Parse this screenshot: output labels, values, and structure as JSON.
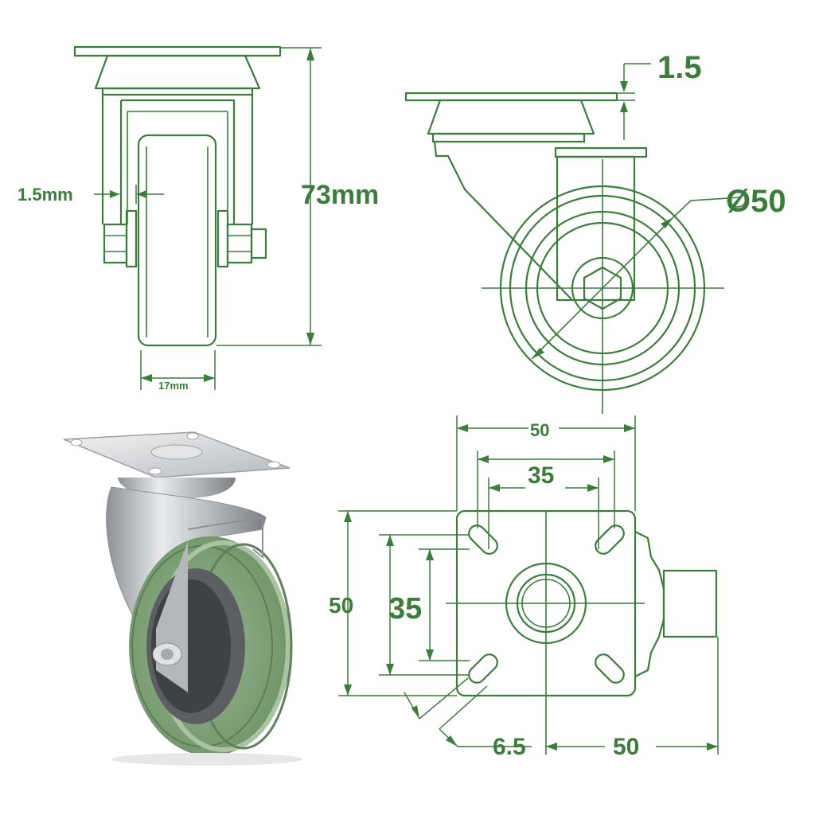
{
  "colors": {
    "line": "#3c7d3c",
    "tread": "#7fa27a",
    "metal": "#c9cccf"
  },
  "front_view": {
    "height_label": "73mm",
    "fork_gap_label": "1.5mm",
    "wheel_width_label": "17mm"
  },
  "side_view": {
    "plate_thickness_label": "1.5",
    "diameter_label": "Ø50"
  },
  "top_view": {
    "plate_width_label": "50",
    "outer_hole_spacing_label": "35",
    "inner_hole_spacing_label": "35",
    "plate_height_label": "50",
    "vertical_hole_spacing_label": "35",
    "slot_width_label": "6.5",
    "offset_label": "50"
  }
}
